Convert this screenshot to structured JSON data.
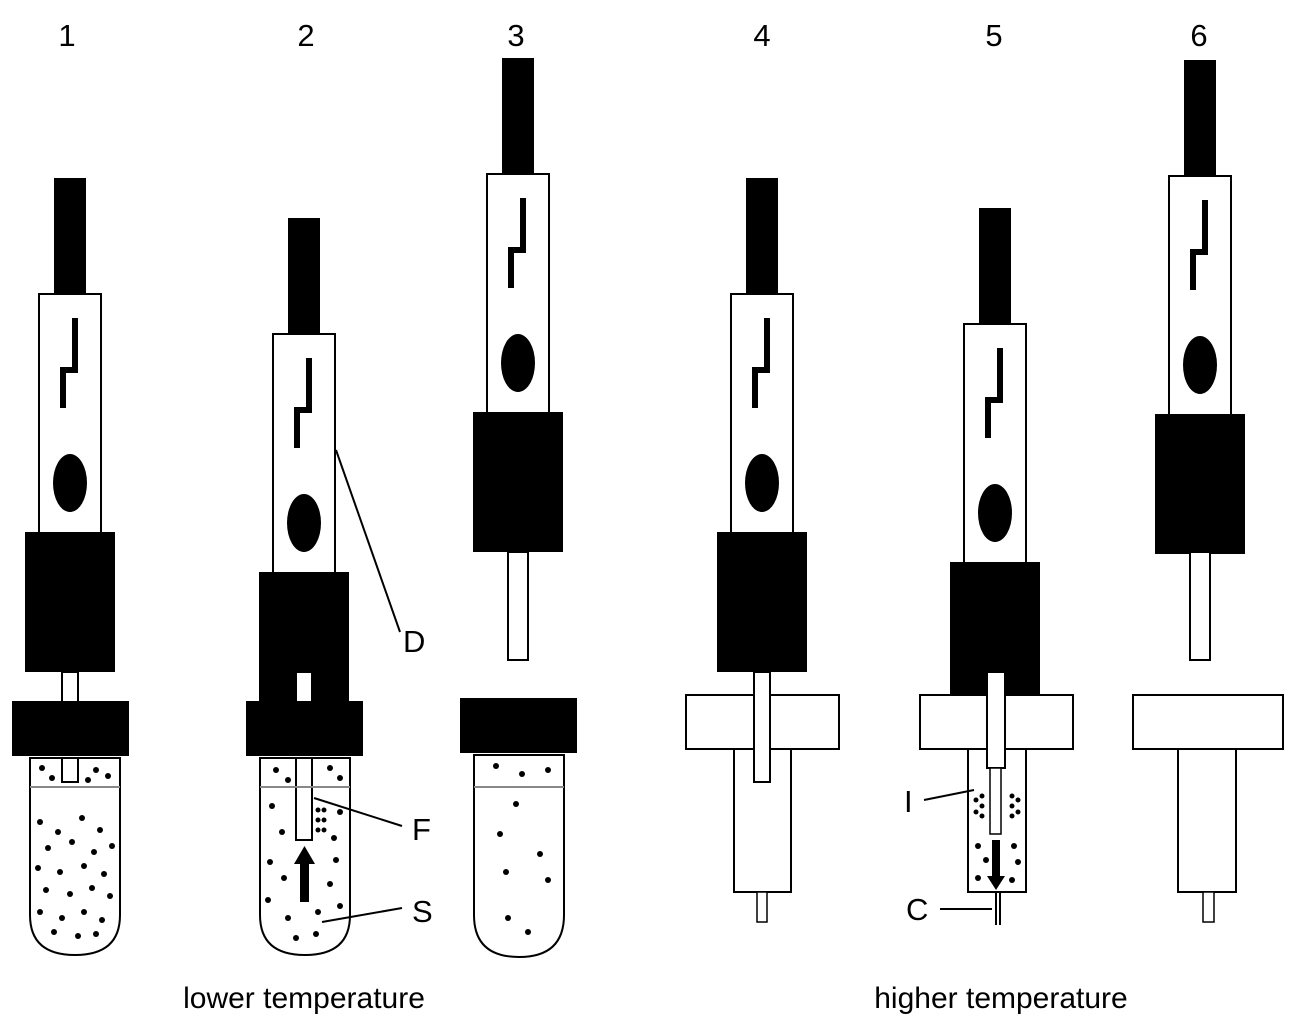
{
  "panel_numbers": [
    "1",
    "2",
    "3",
    "4",
    "5",
    "6"
  ],
  "part_labels": {
    "D": "D",
    "F": "F",
    "S": "S",
    "I": "I",
    "C": "C"
  },
  "captions": {
    "left": "lower temperature",
    "right": "higher temperature"
  }
}
